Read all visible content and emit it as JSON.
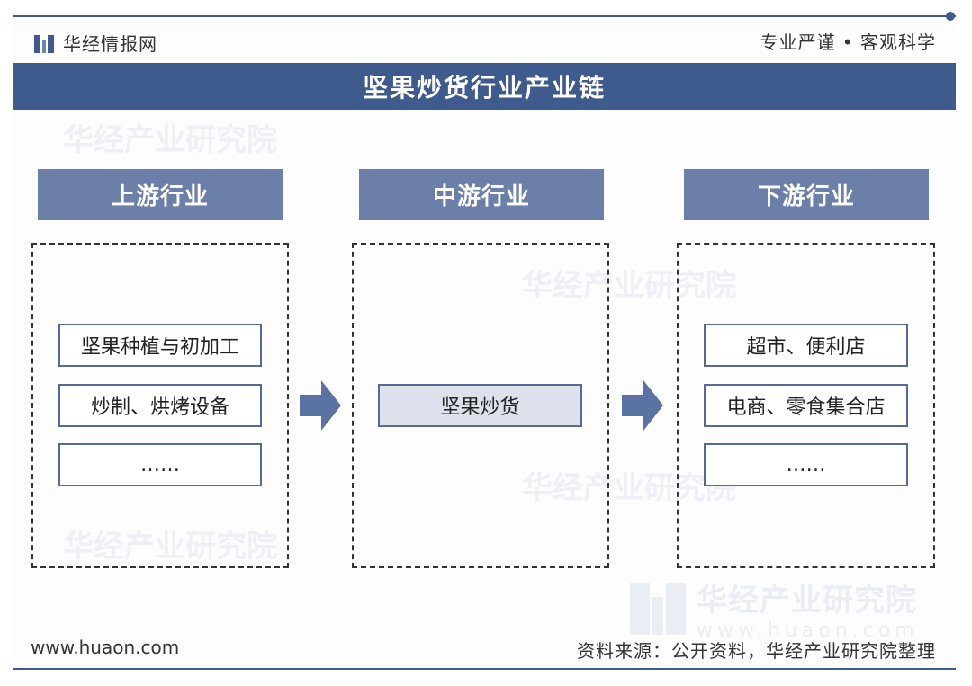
{
  "brand": {
    "name": "华经情报网",
    "slogan": "专业严谨 • 客观科学"
  },
  "title": "坚果炒货行业产业链",
  "columns": [
    {
      "header": "上游行业",
      "items": [
        "坚果种植与初加工",
        "炒制、烘烤设备",
        "……"
      ]
    },
    {
      "header": "中游行业",
      "items": [
        "坚果炒货"
      ]
    },
    {
      "header": "下游行业",
      "items": [
        "超市、便利店",
        "电商、零食集合店",
        "……"
      ]
    }
  ],
  "watermark": {
    "name": "华经产业研究院",
    "url": "www.huaon.com"
  },
  "footer": {
    "website": "www.huaon.com",
    "source": "资料来源：公开资料，华经产业研究院整理"
  },
  "colors": {
    "primary": "#3f5a8c",
    "header": "#6b7fa8",
    "arrow": "#5b73a4",
    "highlight": "#dde1eb"
  }
}
